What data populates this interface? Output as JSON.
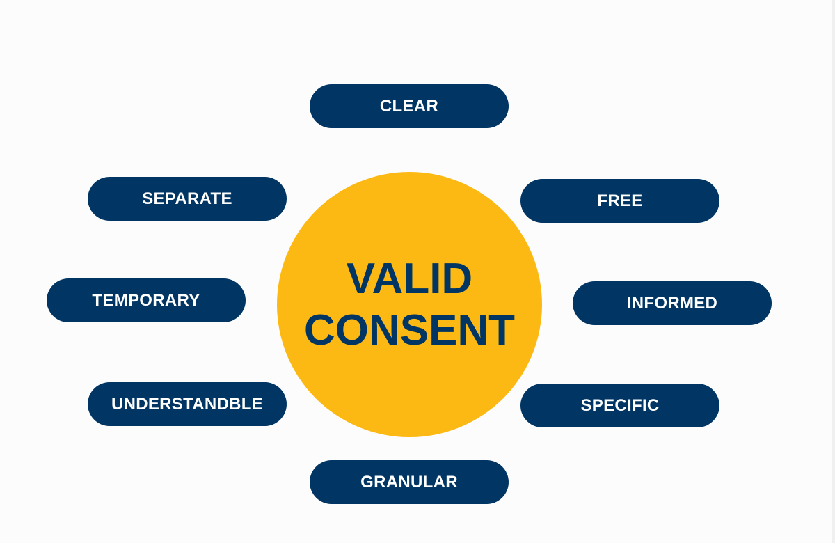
{
  "center": {
    "line1": "VALID",
    "line2": "CONSENT"
  },
  "attributes": {
    "clear": "CLEAR",
    "separate": "SEPARATE",
    "free": "FREE",
    "temporary": "TEMPORARY",
    "informed": "INFORMED",
    "understandable": "UNDERSTANDBLE",
    "specific": "SPECIFIC",
    "granular": "GRANULAR"
  },
  "colors": {
    "pill": "#013563",
    "circle": "#fdb913",
    "background": "#fcfcfc"
  }
}
